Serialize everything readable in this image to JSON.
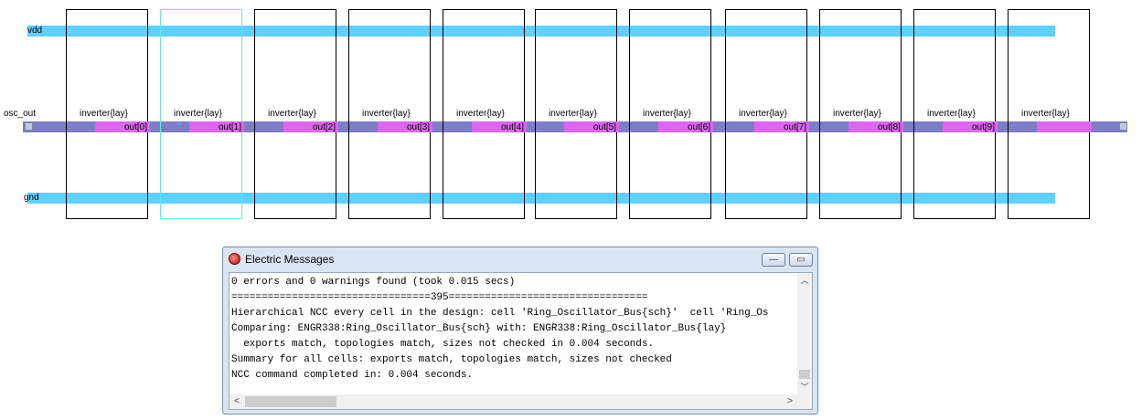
{
  "schematic": {
    "rails": {
      "vdd": "vdd",
      "osc_out": "osc_out",
      "gnd": "gnd"
    },
    "cell_name": "inverter{lay}",
    "outputs": [
      "out[0]",
      "out[1]",
      "out[2]",
      "out[3]",
      "out[4]",
      "out[5]",
      "out[6]",
      "out[7]",
      "out[8]",
      "out[9]"
    ],
    "colors": {
      "power_rail": "#5fd0ff",
      "bus": "#7d7dc8",
      "metal": "#dd66ee",
      "selection": "#66e8f0"
    }
  },
  "messages_window": {
    "title": "Electric Messages",
    "minimize_label": "—",
    "restore_label": "▭",
    "lines": [
      "0 errors and 0 warnings found (took 0.015 secs)",
      "=================================395=================================",
      "Hierarchical NCC every cell in the design: cell 'Ring_Oscillator_Bus{sch}'  cell 'Ring_Os",
      "Comparing: ENGR338:Ring_Oscillator_Bus{sch} with: ENGR338:Ring_Oscillator_Bus{lay}",
      "  exports match, topologies match, sizes not checked in 0.004 seconds.",
      "Summary for all cells: exports match, topologies match, sizes not checked",
      "NCC command completed in: 0.004 seconds."
    ],
    "scroll_up": "︿",
    "scroll_down": "﹀",
    "scroll_left": "<",
    "scroll_right": ">"
  }
}
